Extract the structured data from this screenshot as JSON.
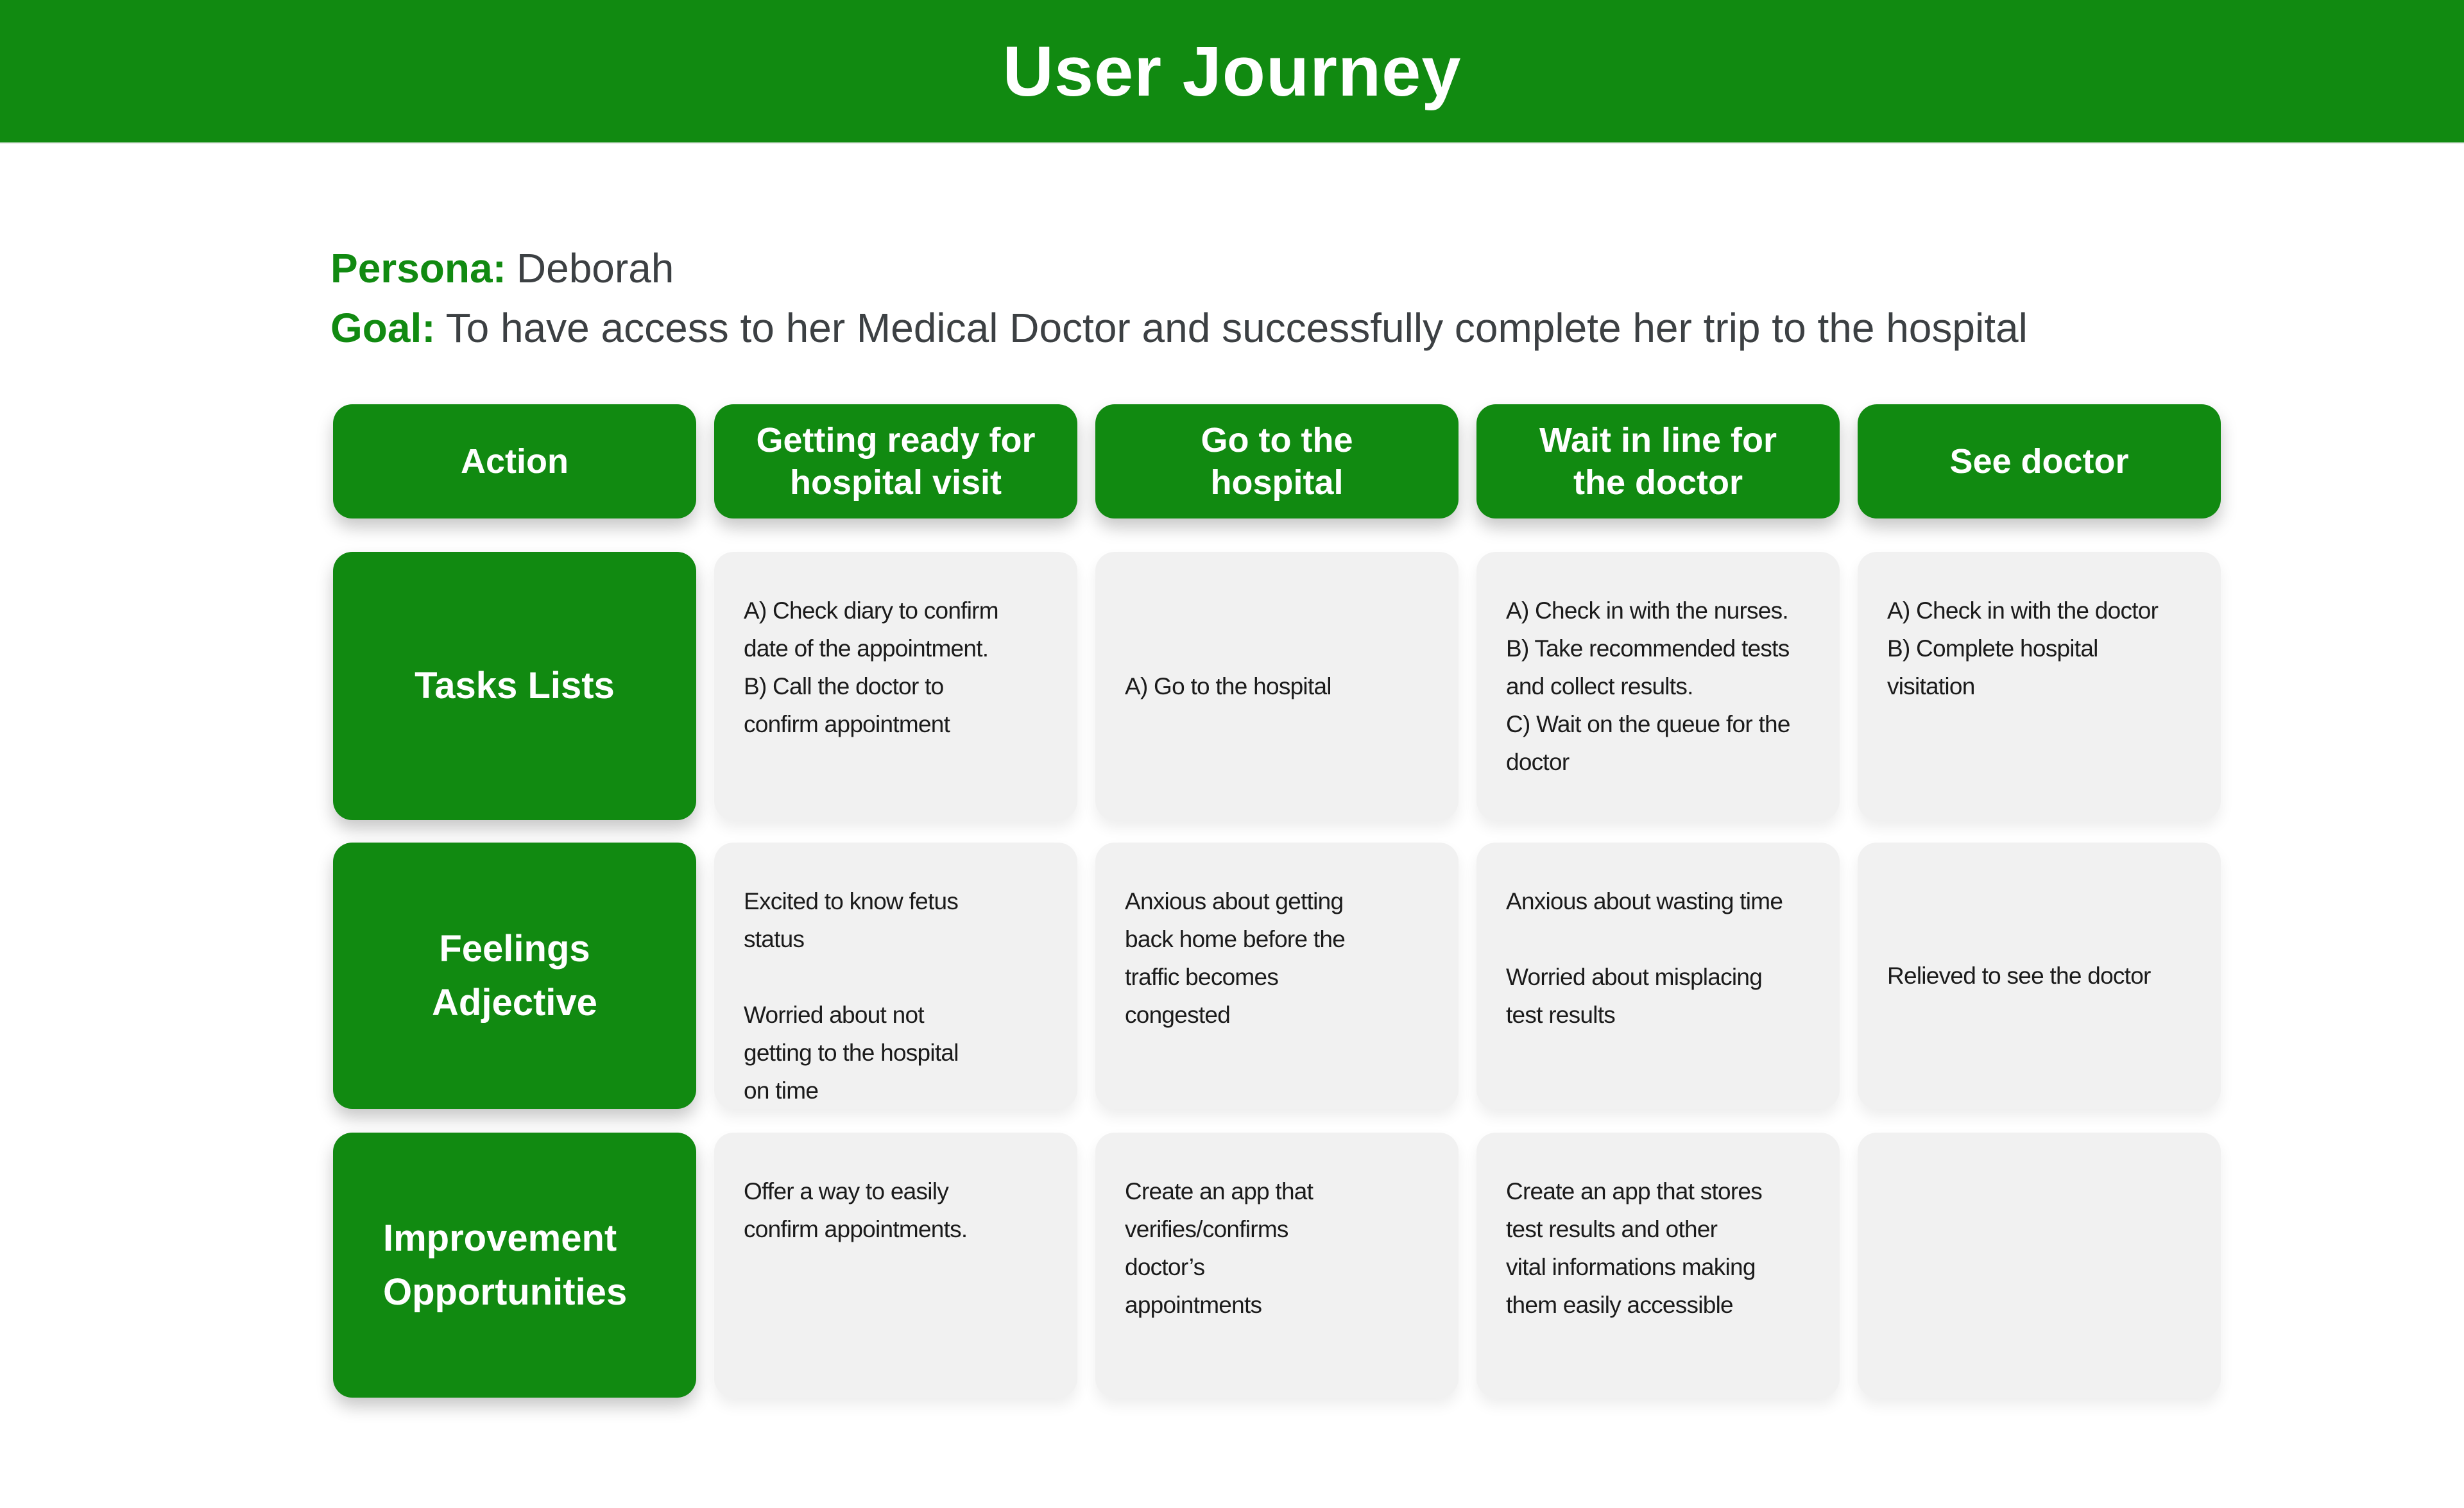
{
  "colors": {
    "green": "#118a11",
    "cell_bg": "#f1f1f1",
    "cell_text": "#1b1b1b",
    "meta_text": "#3c4043",
    "banner_text": "#ffffff"
  },
  "banner": {
    "title": "User Journey"
  },
  "meta": {
    "persona_label": "Persona:",
    "persona_value": "Deborah",
    "goal_label": "Goal:",
    "goal_value": "To have access to her Medical Doctor and successfully complete her trip to the hospital"
  },
  "table": {
    "column_headers": [
      "Action",
      "Getting ready for\nhospital visit",
      "Go to the\nhospital",
      "Wait in line for\nthe doctor",
      "See doctor"
    ],
    "rows": [
      {
        "label": {
          "text": "Tasks Lists",
          "align": "center"
        },
        "cells": [
          {
            "text": "A) Check diary to confirm\ndate of the appointment.\nB) Call the doctor to\nconfirm appointment"
          },
          {
            "text": "A) Go to the hospital",
            "valign": "middle"
          },
          {
            "text": "A) Check in with the nurses.\nB) Take recommended tests\nand collect results.\nC) Wait on the queue for the\ndoctor"
          },
          {
            "text": "A) Check in with the doctor\nB) Complete hospital\nvisitation"
          }
        ]
      },
      {
        "label": {
          "text": "Feelings\nAdjective",
          "align": "center"
        },
        "cells": [
          {
            "text": "Excited to know fetus\nstatus\n\nWorried about not\ngetting to the hospital\non time"
          },
          {
            "text": "Anxious about getting\nback home before the\ntraffic becomes\ncongested"
          },
          {
            "text": "Anxious about wasting time\n\nWorried about misplacing\ntest results"
          },
          {
            "text": "Relieved to see the doctor",
            "valign": "middle"
          }
        ]
      },
      {
        "label": {
          "text": "Improvement\nOpportunities",
          "align": "left"
        },
        "cells": [
          {
            "text": "Offer a way to easily\nconfirm appointments."
          },
          {
            "text": "Create an app that\nverifies/confirms\ndoctor’s\nappointments"
          },
          {
            "text": "Create an app that stores\ntest results and other\nvital informations making\nthem easily accessible"
          },
          {
            "text": ""
          }
        ]
      }
    ]
  }
}
